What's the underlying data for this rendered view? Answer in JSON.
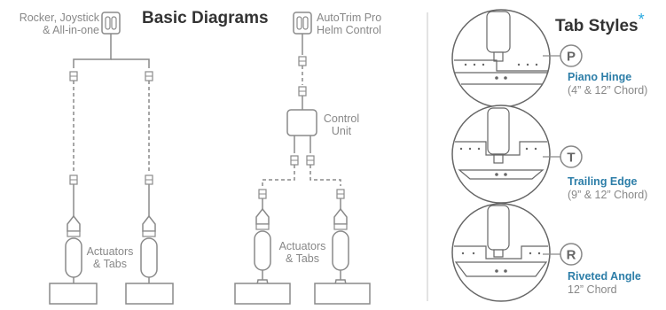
{
  "left": {
    "title": "Basic Diagrams",
    "control1": {
      "line1": "Rocker, Joystick",
      "line2": "& All-in-one"
    },
    "control2": {
      "line1": "AutoTrim Pro",
      "line2": "Helm Control"
    },
    "control_unit": {
      "line1": "Control",
      "line2": "Unit"
    },
    "actuators_a": {
      "line1": "Actuators",
      "line2": "& Tabs"
    },
    "actuators_b": {
      "line1": "Actuators",
      "line2": "& Tabs"
    }
  },
  "right": {
    "title": "Tab Styles",
    "title_mark": "*",
    "tabs": [
      {
        "letter": "P",
        "name": "Piano Hinge",
        "detail": "(4” & 12” Chord)"
      },
      {
        "letter": "T",
        "name": "Trailing Edge",
        "detail": "(9” & 12” Chord)"
      },
      {
        "letter": "R",
        "name": "Riveted Angle",
        "detail": "12” Chord"
      }
    ]
  },
  "colors": {
    "line": "#8a8a8a",
    "accent_blue": "#29a9e0",
    "tab_name": "#2d7ea8",
    "divider": "#d0d0d0"
  }
}
